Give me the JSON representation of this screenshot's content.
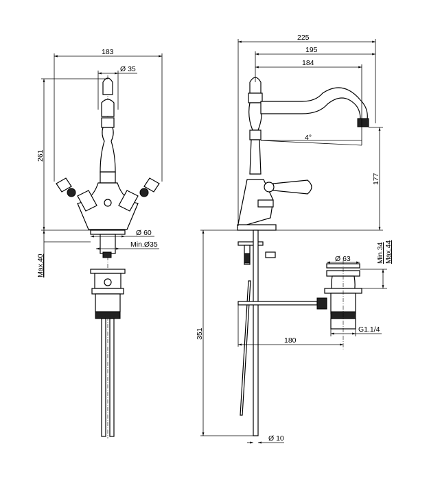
{
  "front_view": {
    "dimensions": {
      "overall_width": "183",
      "lever_diameter": "Ø 35",
      "height": "261",
      "base_diameter": "Ø 60",
      "hole_diameter": "Min.Ø35",
      "deck_thickness": "Max.40"
    }
  },
  "side_view": {
    "dimensions": {
      "overall_depth": "225",
      "spout_outer_reach": "195",
      "spout_reach": "184",
      "spout_angle": "4°",
      "spout_height": "177",
      "rod_length": "351",
      "rod_diameter": "Ø 10",
      "waste_diameter": "Ø 63",
      "basin_thickness_min": "Min.34",
      "basin_thickness_max": "Max.44",
      "waste_offset": "180",
      "thread": "G1.1/4"
    }
  }
}
